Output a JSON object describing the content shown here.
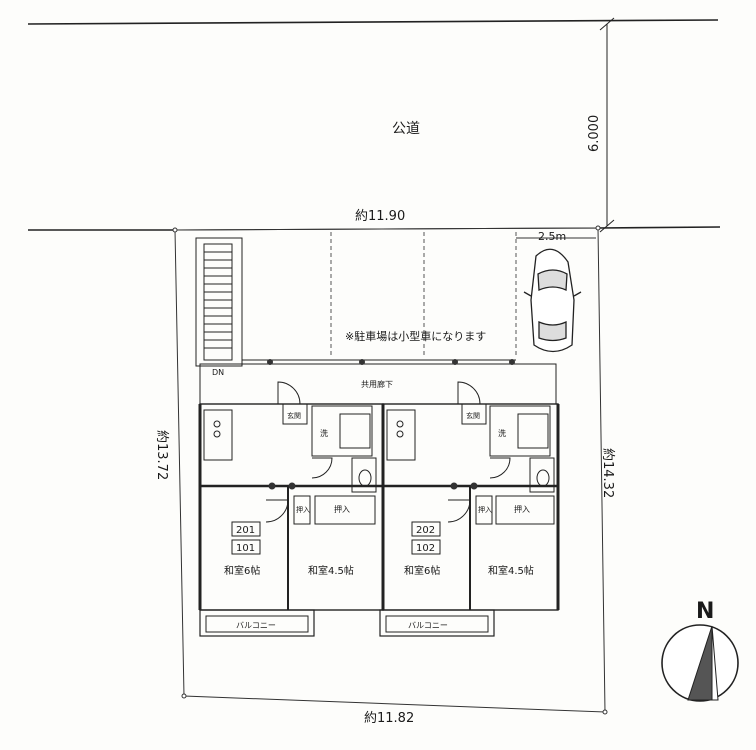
{
  "labels": {
    "road": "公道",
    "road_width": "6.000",
    "top_width": "約11.90",
    "bottom_width": "約11.82",
    "left_depth": "約13.72",
    "right_depth": "約14.32",
    "parking_width": "2.5m",
    "parking_note": "※駐車場は小型車になります",
    "corridor": "共用廊下",
    "stair_dn": "DN",
    "north": "N"
  },
  "units": [
    {
      "room_upper": "201",
      "room_lower": "101",
      "genkan": "玄関",
      "senmen": "洗",
      "oshiire": "押入",
      "oshiire2": "押入",
      "washitsu_large": "和室6帖",
      "washitsu_small": "和室4.5帖",
      "balcony": "バルコニー"
    },
    {
      "room_upper": "202",
      "room_lower": "102",
      "genkan": "玄関",
      "senmen": "洗",
      "oshiire": "押入",
      "oshiire2": "押入",
      "washitsu_large": "和室6帖",
      "washitsu_small": "和室4.5帖",
      "balcony": "バルコニー"
    }
  ]
}
